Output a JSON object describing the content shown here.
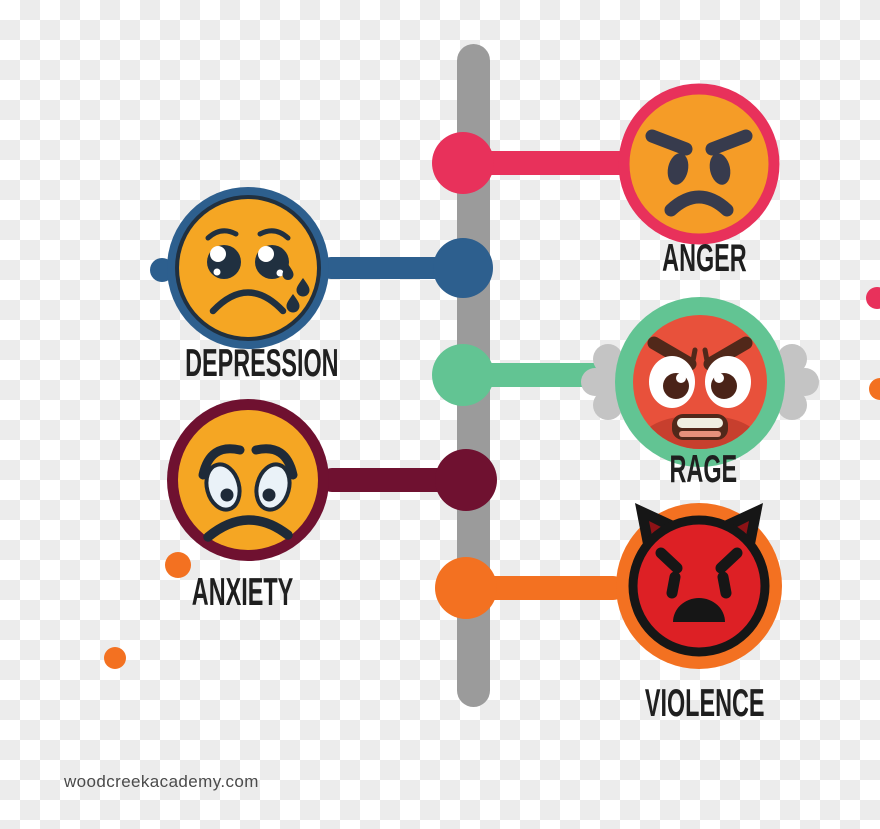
{
  "title": "emotions-timeline-infographic",
  "footer": {
    "site_credit": "woodcreekacademy.com"
  },
  "palette": {
    "spine_gray": "#9B9B9B",
    "crimson": "#E8315B",
    "steel_blue": "#2D5F8E",
    "mint_green": "#62C493",
    "maroon": "#6F1130",
    "orange": "#F37121",
    "face_orange": "#F5A623",
    "anger_face_orange": "#F59C27",
    "rage_face_red": "#E8513B",
    "rage_face_shadow": "#C73F2E",
    "violence_red": "#DD2025",
    "horn_dark_red": "#8E1216",
    "feature_dark_navy": "#203040",
    "anger_feature_charcoal": "#373B4D",
    "rage_feature_brown": "#51281A",
    "steam_gray": "#C4C4C4",
    "outline_black": "#161616",
    "label_black": "#1F1F1F",
    "checker_gray": "#ECECEC",
    "credit_gray": "#4A4A4A"
  },
  "timeline": {
    "items": [
      {
        "label": "ANGER",
        "side": "right",
        "color": "#E8315B",
        "icon": "angry-face-icon"
      },
      {
        "label": "DEPRESSION",
        "side": "left",
        "color": "#2D5F8E",
        "icon": "crying-sad-face-icon"
      },
      {
        "label": "RAGE",
        "side": "right",
        "color": "#62C493",
        "icon": "steaming-rage-face-icon"
      },
      {
        "label": "ANXIETY",
        "side": "left",
        "color": "#6F1130",
        "icon": "worried-face-icon"
      },
      {
        "label": "VIOLENCE",
        "side": "right",
        "color": "#F37121",
        "icon": "devil-face-icon"
      }
    ]
  }
}
